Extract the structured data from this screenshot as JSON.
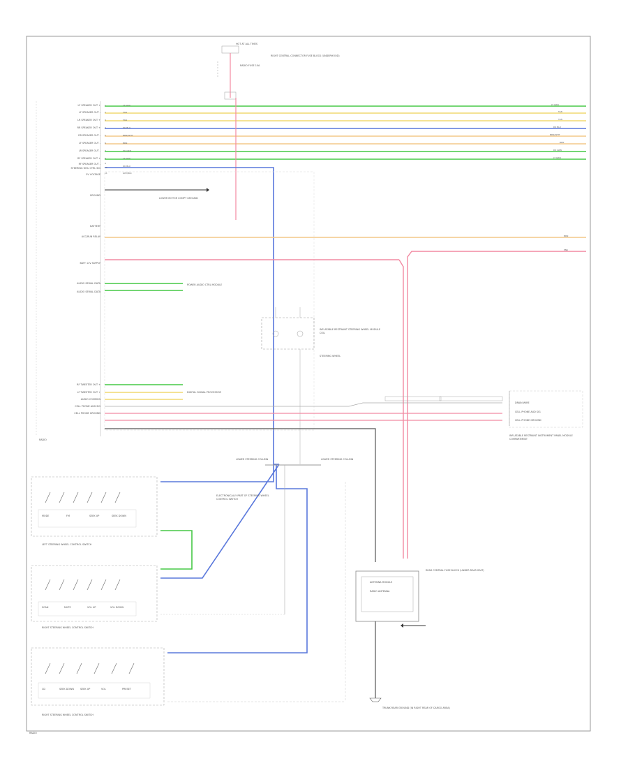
{
  "diagram": {
    "colors": {
      "green": "#46c846",
      "yellow": "#f0d870",
      "blue": "#5a78dc",
      "orange": "#f4c888",
      "pink": "#f28aa2",
      "grey": "#888888",
      "dark": "#333333"
    },
    "top_connector": {
      "label_top": "HOT AT ALL TIMES",
      "fuse_label": "RADIO FUSE 10A",
      "side_note": "RIGHT CENTRAL CONNECTOR FUSE BLOCK (UNDERHOOD)"
    },
    "left_pins": [
      {
        "label": "LF SPEAKER OUT +",
        "wire": "LT GRN",
        "circ": "1"
      },
      {
        "label": "LF SPEAKER OUT -",
        "wire": "TAN",
        "circ": "2"
      },
      {
        "label": "LR SPEAKER OUT +",
        "wire": "TAN",
        "circ": "3"
      },
      {
        "label": "RR SPEAKER OUT +",
        "wire": "DK BLU",
        "circ": "4"
      },
      {
        "label": "RR SPEAKER OUT -",
        "wire": "BRN/WHT",
        "circ": "5"
      },
      {
        "label": "LF SPEAKER OUT -",
        "wire": "BRN",
        "circ": "6"
      },
      {
        "label": "LR SPEAKER OUT -",
        "wire": "DK GRN",
        "circ": "7"
      },
      {
        "label": "RF SPEAKER OUT +",
        "wire": "LT GRN",
        "circ": "8"
      },
      {
        "label": "RF SPEAKER OUT -",
        "wire": "DK BLU",
        "circ": "9"
      },
      {
        "label": "STEERING WHL CTRL SIG",
        "wire": "DK BLU",
        "circ": "10"
      },
      {
        "label": "5V VOLTAGE",
        "wire": "GRY/BLK",
        "circ": "11"
      }
    ],
    "right_wire_labels": [
      "LT GRN",
      "TAN",
      "TAN",
      "DK BLU",
      "BRN/WHT",
      "BRN",
      "DK GRN",
      "LT GRN"
    ],
    "ground_label": "GROUND",
    "ground_note": "LOWER MOTOR COMPT GROUND",
    "battery_label": "BATTERY",
    "acc_label": "ACC/RUN RELAY",
    "bat_supply_label": "BATT 12V SUPPLY",
    "mid_wire_right": [
      "BRN",
      "PNK"
    ],
    "audio_labels": [
      "AUDIO SERIAL DATA",
      "AUDIO SERIAL DATA"
    ],
    "audio_note": "POWER AUDIO CTRL MODULE",
    "lower_left_pins": [
      "RF TWEETER OUT +",
      "LF TWEETER OUT +",
      "AUDIO COMMON",
      "CELL PHONE AUD SIG",
      "CELL PHONE GROUND"
    ],
    "tweeter_note": "DIGITAL SIGNAL PROCESSOR",
    "radio_label": "RADIO",
    "clockspring_label": "INFLATABLE RESTRAINT STEERING WHEEL MODULE COIL",
    "clockspring_note": "STEERING WHEEL",
    "right_connector": {
      "pins": [
        "DRAIN WIRE",
        "CELL PHONE AUD SIG",
        "CELL PHONE GROUND"
      ],
      "note": "INFLATABLE RESTRAINT INSTRUMENT PANEL MODULE COMPARTMENT"
    },
    "lower_connectors": [
      "LOWER STEERING COLUMN",
      "LOWER STEERING COLUMN"
    ],
    "mid_notes": "ELECTRONICALLY PART OF STEERING WHEEL CONTROL SWITCH",
    "switches": [
      {
        "name": "LEFT STEERING WHEEL CONTROL SWITCH",
        "labels": [
          "MODE",
          "FM",
          "SEEK UP",
          "SEEK DOWN"
        ]
      },
      {
        "name": "RIGHT STEERING WHEEL CONTROL SWITCH",
        "labels": [
          "SCAN",
          "MUTE",
          "VOL UP",
          "VOL DOWN"
        ]
      },
      {
        "name": "RIGHT STEERING WHEEL CONTROL SWITCH",
        "labels": [
          "CD",
          "SEEK DOWN",
          "SEEK UP",
          "VOL",
          "PRESET"
        ]
      }
    ],
    "antenna": {
      "title": "ANTENNA MODULE",
      "body": "RADIO ANTENNA",
      "note": "REAR CENTRAL FUSE BLOCK (UNDER REAR SEAT)",
      "ground_note": "TRUNK REAR GROUND (IN RIGHT REAR OF CARGO AREA)"
    },
    "footer": "RADIO"
  }
}
